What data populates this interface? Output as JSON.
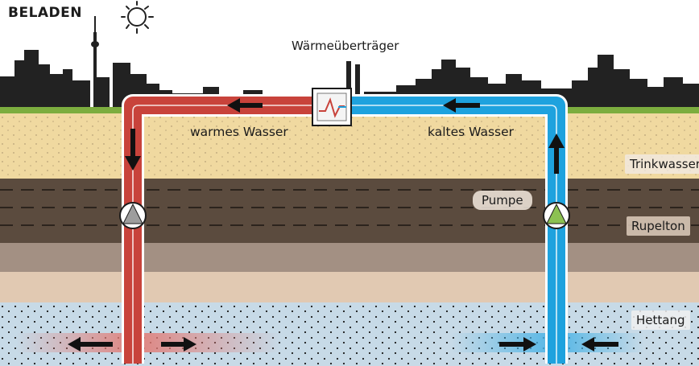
{
  "title": "BELADEN",
  "heat_exchanger_label": "Wärmeüberträger",
  "warm_water_label": "warmes Wasser",
  "cold_water_label": "kaltes Wasser",
  "pump_label": "Pumpe",
  "layers": [
    {
      "name": "Trinkwasserleiter"
    },
    {
      "name": "Rupelton"
    },
    {
      "name": "Hettang"
    }
  ],
  "colors": {
    "warm_pipe": "#c8433b",
    "cold_pipe": "#1ea2de",
    "sand": "#f0d9a0",
    "clay_dark": "#5b4b3e",
    "aquifer": "#c7dae7",
    "grass": "#7cad3f",
    "skyline": "#222222"
  },
  "icons": [
    "sun-icon",
    "pump-icon",
    "heat-exchanger-icon",
    "flow-arrow-icon"
  ]
}
